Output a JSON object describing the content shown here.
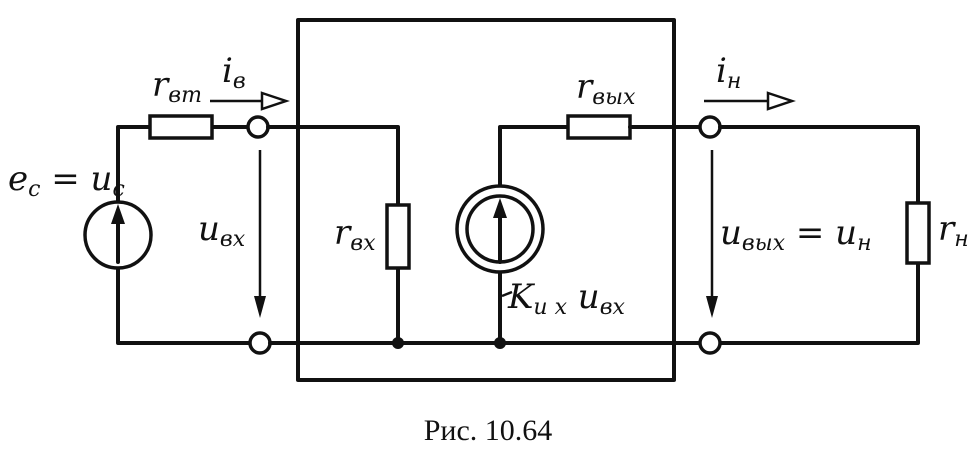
{
  "labels": {
    "ec_main": "e",
    "ec_sub": "c",
    "ec_eq": " = u",
    "ec_sub2": "c",
    "rvt_main": "r",
    "rvt_sub": "вт",
    "ie_main": "i",
    "ie_sub": "в",
    "uvx_main": "u",
    "uvx_sub": "вх",
    "rvx_main": "r",
    "rvx_sub": "вх",
    "rvyx_main": "r",
    "rvyx_sub": "вых",
    "k_main": "K",
    "k_sub": "u x",
    "k_u": " u",
    "k_usub": "вх",
    "in_main": "i",
    "in_sub": "н",
    "uvyx_main": "u",
    "uvyx_sub": "вых",
    "uvyx_eq": " = u",
    "uvyx_sub2": "н",
    "rn_main": "r",
    "rn_sub": "н"
  },
  "caption": "Рис. 10.64"
}
